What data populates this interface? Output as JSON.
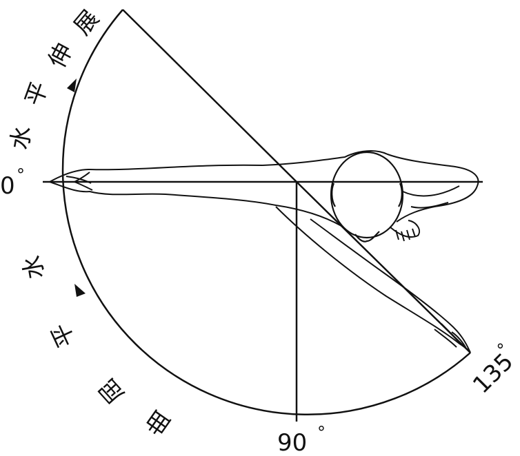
{
  "labels": {
    "zero": "0",
    "ninety": "90",
    "one_thirty_five": "135",
    "degree": "°",
    "extension_chars": [
      "水",
      "平",
      "伸",
      "展"
    ],
    "flexion_chars": [
      "水",
      "平",
      "屈",
      "曲"
    ]
  },
  "colors": {
    "stroke": "#111111",
    "background": "#ffffff"
  }
}
